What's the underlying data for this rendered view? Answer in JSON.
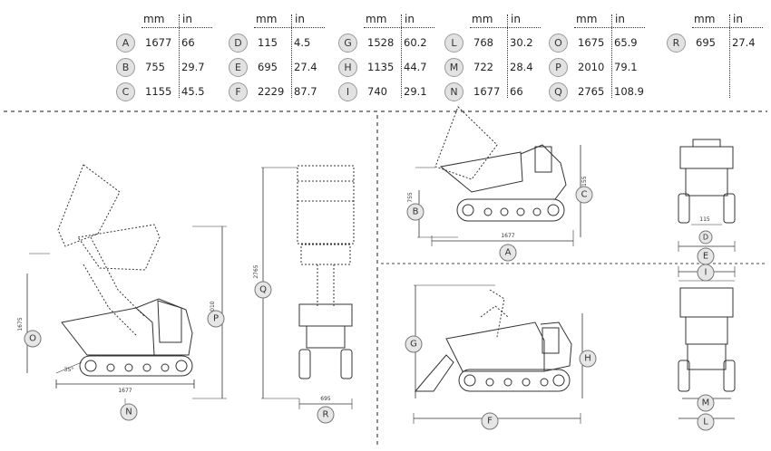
{
  "headers": {
    "mm": "mm",
    "in": "in"
  },
  "columns": [
    [
      {
        "id": "A",
        "mm": "1677",
        "in": "66"
      },
      {
        "id": "B",
        "mm": "755",
        "in": "29.7"
      },
      {
        "id": "C",
        "mm": "1155",
        "in": "45.5"
      }
    ],
    [
      {
        "id": "D",
        "mm": "115",
        "in": "4.5"
      },
      {
        "id": "E",
        "mm": "695",
        "in": "27.4"
      },
      {
        "id": "F",
        "mm": "2229",
        "in": "87.7"
      }
    ],
    [
      {
        "id": "G",
        "mm": "1528",
        "in": "60.2"
      },
      {
        "id": "H",
        "mm": "1135",
        "in": "44.7"
      },
      {
        "id": "I",
        "mm": "740",
        "in": "29.1"
      }
    ],
    [
      {
        "id": "L",
        "mm": "768",
        "in": "30.2"
      },
      {
        "id": "M",
        "mm": "722",
        "in": "28.4"
      },
      {
        "id": "N",
        "mm": "1677",
        "in": "66"
      }
    ],
    [
      {
        "id": "O",
        "mm": "1675",
        "in": "65.9"
      },
      {
        "id": "P",
        "mm": "2010",
        "in": "79.1"
      },
      {
        "id": "Q",
        "mm": "2765",
        "in": "108.9"
      }
    ],
    [
      {
        "id": "R",
        "mm": "695",
        "in": "27.4"
      }
    ]
  ],
  "drawing_labels": {
    "N": "N",
    "O": "O",
    "P": "P",
    "Q": "Q",
    "R": "R",
    "A": "A",
    "B": "B",
    "C": "C",
    "D": "D",
    "E": "E",
    "F": "F",
    "G": "G",
    "H": "H",
    "I": "I",
    "L": "L",
    "M": "M"
  },
  "small_dims": {
    "n_value": "1677",
    "o_value": "1675",
    "p_value": "2010",
    "q_value": "2765",
    "r_value": "695",
    "a_value": "1677",
    "b_value": "755",
    "c_value": "1155",
    "d_value": "115",
    "angle": "35°"
  }
}
